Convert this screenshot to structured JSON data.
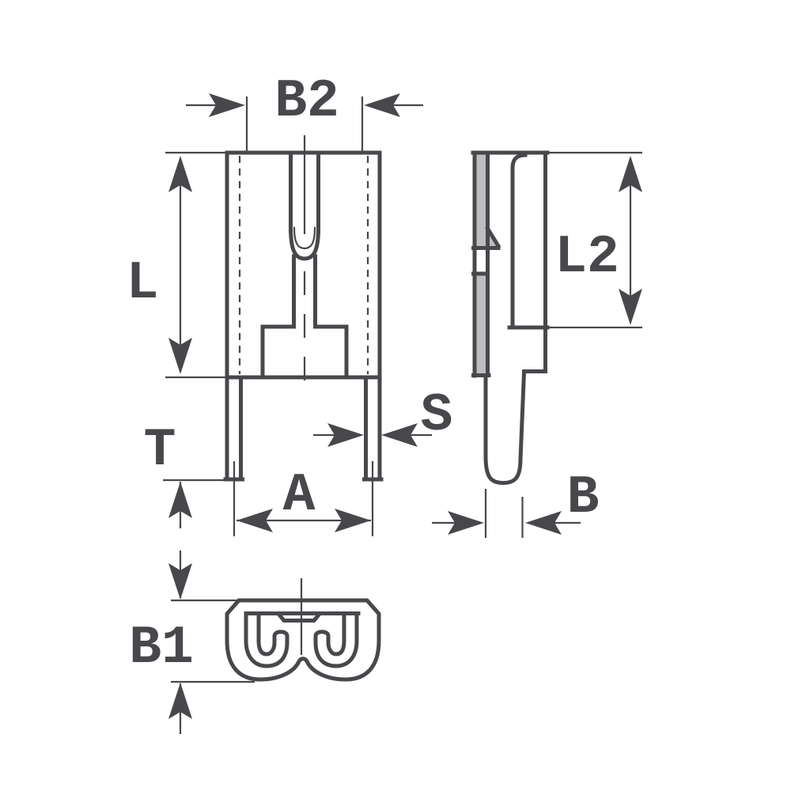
{
  "drawing": {
    "colors": {
      "background": "#ffffff",
      "line": "#48484c",
      "metal_fill": "#bdbdbf"
    },
    "views": {
      "front": {
        "labels": {
          "b2": "B2",
          "l": "L",
          "t": "T",
          "s": "S",
          "a": "A"
        }
      },
      "side": {
        "labels": {
          "l2": "L2",
          "b": "B"
        }
      },
      "section": {
        "labels": {
          "b1": "B1"
        }
      }
    }
  }
}
